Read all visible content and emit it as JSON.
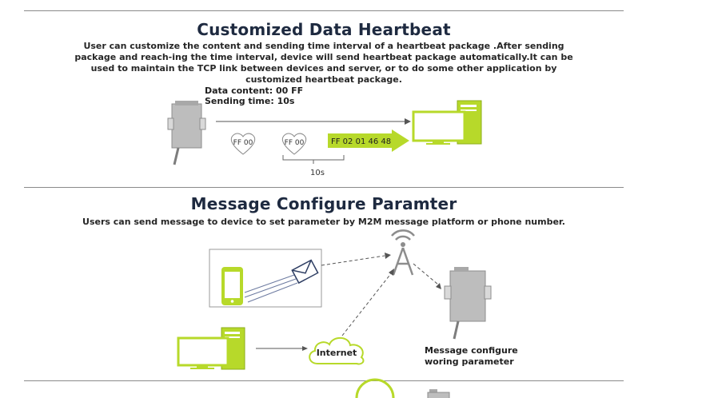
{
  "section1": {
    "title": "Customized Data Heartbeat",
    "description": "User can customize the content and sending time interval of a heartbeat package .After sending package and reach-ing the time interval, device will send heartbeat package automatically.It can be used to maintain the TCP link between devices and server, or to do some other application by customized heartbeat package.",
    "data_content": "Data content: 00 FF",
    "sending_time": "Sending time: 10s",
    "heart_label_1": "FF 00",
    "heart_label_2": "FF 00",
    "packet_label": "FF 02 01 46 48",
    "interval_label": "10s"
  },
  "section2": {
    "title": "Message Configure Paramter",
    "description": "Users can send message to device to set parameter by M2M message platform or phone number.",
    "internet_label": "Internet",
    "device_caption_line1": "Message configure",
    "device_caption_line2": "woring parameter"
  },
  "colors": {
    "accent_green": "#b7d92a",
    "dark_green": "#7fae1b",
    "device_gray": "#bdbdbd",
    "text_dark": "#1e2a40"
  }
}
